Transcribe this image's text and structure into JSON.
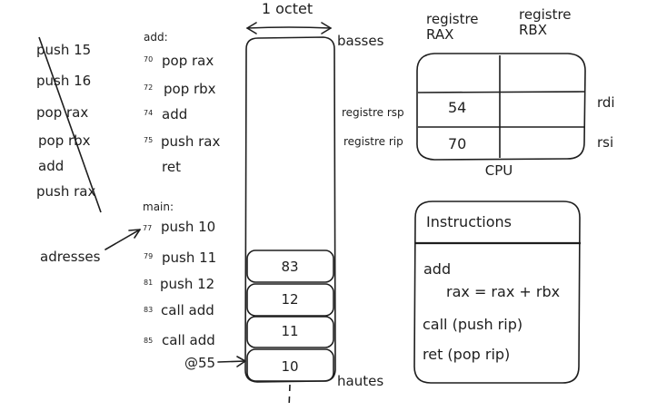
{
  "cell_width_label": "1 octet",
  "stack": {
    "top_label": "basses",
    "bottom_label": "hautes",
    "cells": [
      "83",
      "12",
      "11",
      "10"
    ],
    "pointer_label": "@55"
  },
  "left_program": [
    "push 15",
    "push 16",
    "pop rax",
    "pop rbx",
    "add",
    "push rax"
  ],
  "add_func": {
    "title": "add:",
    "lines": [
      {
        "addr": "70",
        "text": "pop rax"
      },
      {
        "addr": "72",
        "text": "pop rbx"
      },
      {
        "addr": "74",
        "text": "add"
      },
      {
        "addr": "75",
        "text": "push rax"
      },
      {
        "addr": "",
        "text": "ret"
      }
    ]
  },
  "main_func": {
    "title": "main:",
    "lines": [
      {
        "addr": "77",
        "text": "push 10"
      },
      {
        "addr": "79",
        "text": "push 11"
      },
      {
        "addr": "81",
        "text": "push 12"
      },
      {
        "addr": "83",
        "text": "call add"
      },
      {
        "addr": "85",
        "text": "call add"
      }
    ]
  },
  "adresses_label": "adresses",
  "cpu": {
    "label": "CPU",
    "rax_header": "registre\nRAX",
    "rbx_header": "registre\nRBX",
    "rsp_label": "registre rsp",
    "rip_label": "registre rip",
    "rsp_value": "54",
    "rip_value": "70",
    "rdi_label": "rdi",
    "rsi_label": "rsi"
  },
  "instructions": {
    "title": "Instructions",
    "lines": [
      "add",
      "rax = rax + rbx",
      "call (push rip)",
      "ret (pop rip)"
    ]
  },
  "colors": {
    "stroke": "#1e1e1e",
    "background": "#ffffff"
  }
}
